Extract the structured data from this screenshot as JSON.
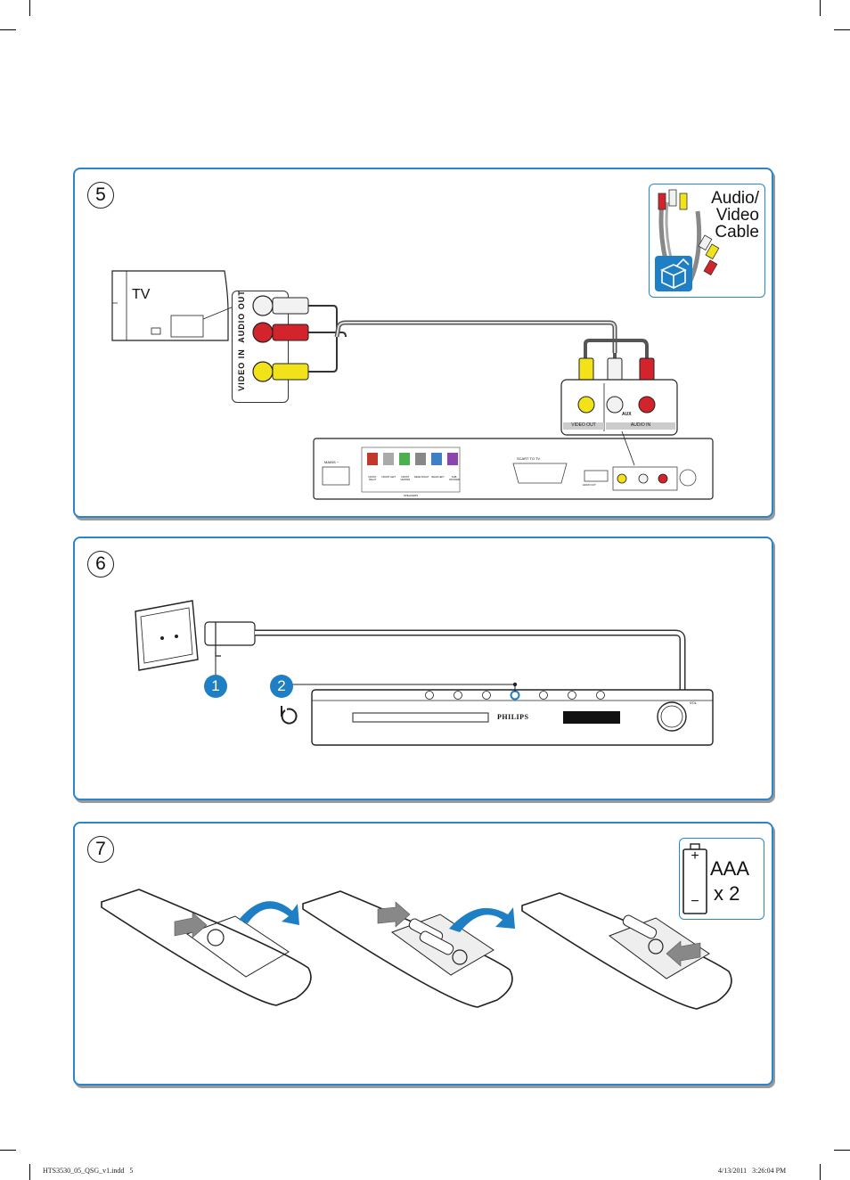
{
  "steps": {
    "step5": {
      "number": "5",
      "tv_label": "TV",
      "tv_ports": {
        "audio_out": "AUDIO OUT",
        "video_in": "VIDEO IN"
      },
      "accessory_label": "Audio/\nVideo\nCable",
      "unit_panel": {
        "video_out": "VIDEO OUT",
        "aux": "AUX",
        "audio_in": "AUDIO IN",
        "mains": "MAINS ~",
        "speakers": "SPEAKERS",
        "scart": "SCART TO TV",
        "hdmi": "HDMI OUT"
      },
      "speaker_ports": [
        "FRONT RIGHT",
        "FRONT LEFT",
        "FRONT CENTER",
        "REAR RIGHT",
        "REAR LEFT",
        "SUB-WOOFER"
      ]
    },
    "step6": {
      "number": "6",
      "callout_1": "1",
      "callout_2": "2",
      "brand": "PHILIPS",
      "vol_label": "VOL"
    },
    "step7": {
      "number": "7",
      "battery_type": "AAA",
      "battery_count": "x 2",
      "battery_plus": "+",
      "battery_minus": "−"
    }
  },
  "footer": {
    "filename": "HTS3530_05_QSG_v1.indd   5",
    "timestamp": "4/13/2011   3:26:04 PM"
  },
  "colors": {
    "panel_border": "#2a86c8",
    "callout_blue": "#1f7fc4",
    "plug_yellow": "#f2e21a",
    "plug_red": "#d3242b",
    "plug_white": "#f2f2f2"
  }
}
